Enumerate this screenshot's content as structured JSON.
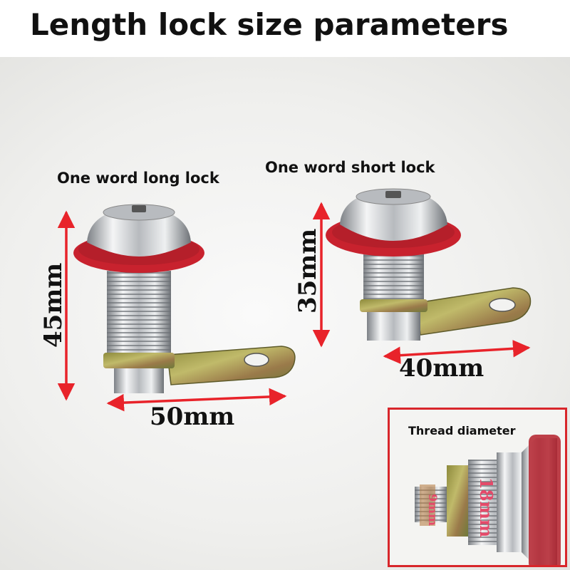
{
  "header": {
    "title": "Length lock size parameters"
  },
  "labels": {
    "long_lock": "One word long lock",
    "short_lock": "One word short lock",
    "thread_diameter": "Thread diameter"
  },
  "dimensions": {
    "long_height": "45mm",
    "long_width": "50mm",
    "short_height": "35mm",
    "short_width": "40mm",
    "thread_outer": "18mm",
    "thread_inner": "9mm"
  },
  "colors": {
    "arrow": "#e8232a",
    "washer": "#c8222e",
    "chrome": "#c9ccd0",
    "brass": "#a9a650",
    "inset_border": "#d8262b"
  }
}
